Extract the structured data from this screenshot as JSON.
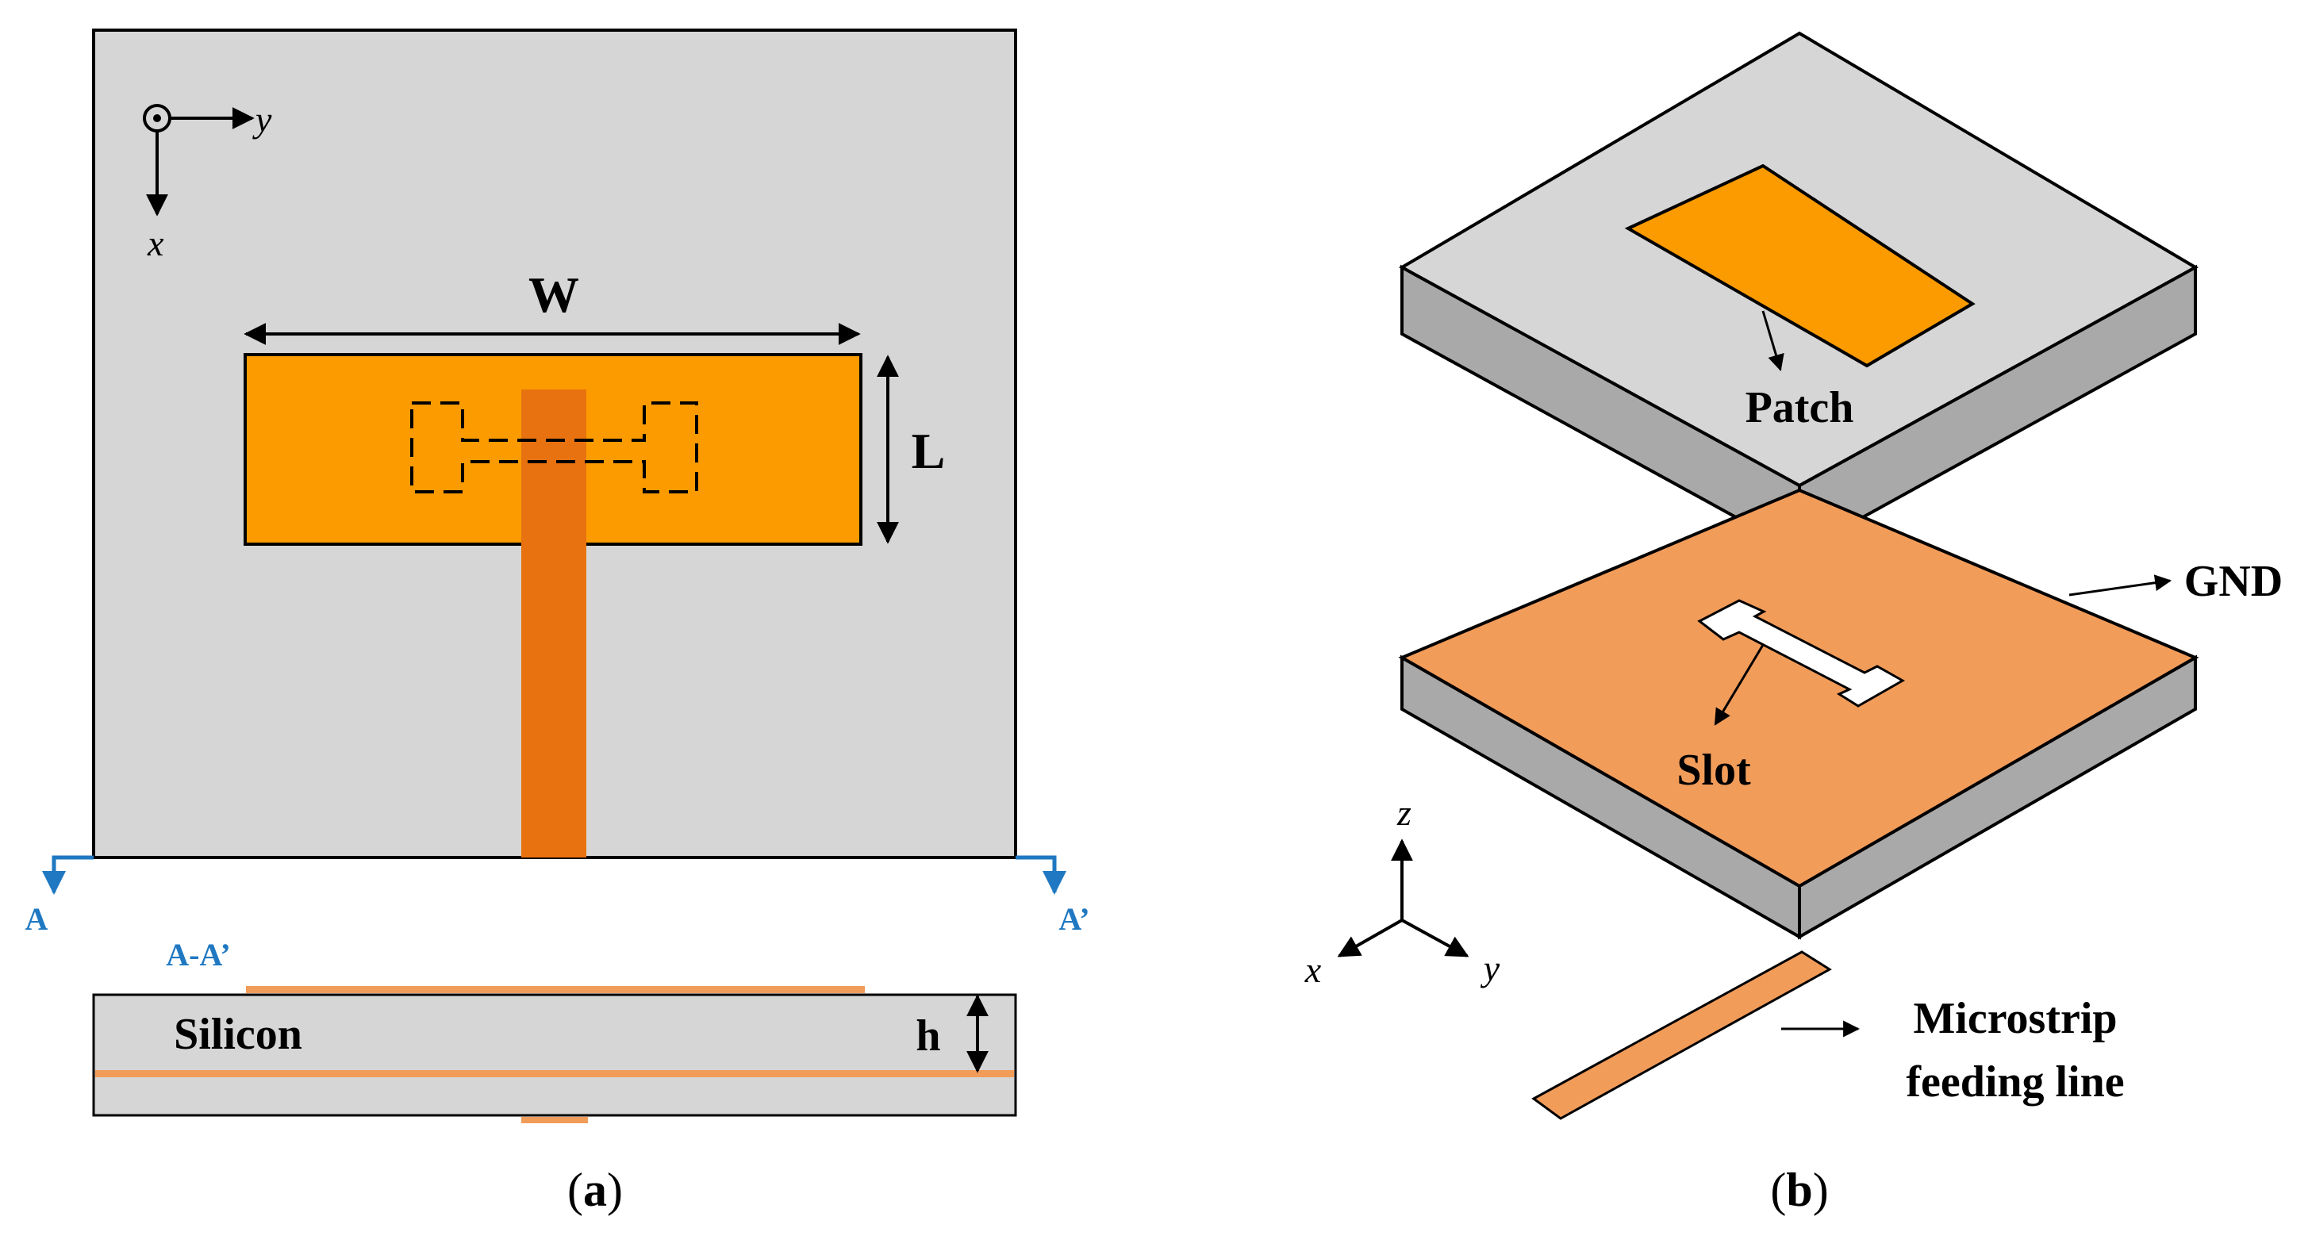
{
  "colors": {
    "substrate": "#d6d6d6",
    "substrate_side": "#a9a9a9",
    "patch": "#fb9b00",
    "feed_line": "#e8720f",
    "ground": "#f29c5a",
    "section_marker": "#1f78c1",
    "outline": "#000000"
  },
  "panel_a": {
    "axis_y": "y",
    "axis_x": "x",
    "dim_width": "W",
    "dim_length": "L",
    "section_left": "A",
    "section_right": "A’",
    "section_title": "A-A’",
    "substrate_label": "Silicon",
    "dim_height": "h",
    "caption_open": "(",
    "caption_letter": "a",
    "caption_close": ")"
  },
  "panel_b": {
    "patch_label": "Patch",
    "gnd_label": "GND",
    "slot_label": "Slot",
    "feed_label_line1": "Microstrip",
    "feed_label_line2": "feeding line",
    "axis_z": "z",
    "axis_x": "x",
    "axis_y": "y",
    "caption_open": "(",
    "caption_letter": "b",
    "caption_close": ")"
  }
}
